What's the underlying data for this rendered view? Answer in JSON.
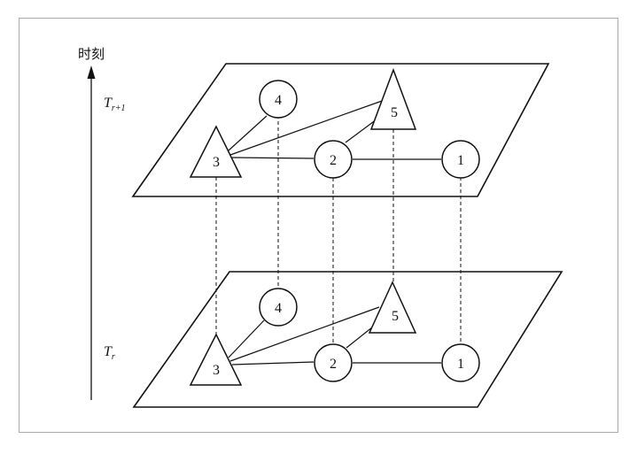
{
  "axis": {
    "label": "时刻"
  },
  "layers": [
    {
      "id": "upper",
      "label_main": "T",
      "label_sub": "r+1"
    },
    {
      "id": "lower",
      "label_main": "T",
      "label_sub": "r"
    }
  ],
  "nodes": [
    {
      "id": "n1",
      "label": "1",
      "shape": "circle"
    },
    {
      "id": "n2",
      "label": "2",
      "shape": "circle"
    },
    {
      "id": "n3",
      "label": "3",
      "shape": "triangle"
    },
    {
      "id": "n4",
      "label": "4",
      "shape": "circle"
    },
    {
      "id": "n5",
      "label": "5",
      "shape": "triangle"
    }
  ],
  "edges": [
    [
      "n3",
      "n4"
    ],
    [
      "n3",
      "n5"
    ],
    [
      "n3",
      "n2"
    ],
    [
      "n2",
      "n5"
    ],
    [
      "n2",
      "n1"
    ]
  ],
  "colors": {
    "stroke": "#111111",
    "frame": "#aaaaaa",
    "background": "#ffffff"
  }
}
